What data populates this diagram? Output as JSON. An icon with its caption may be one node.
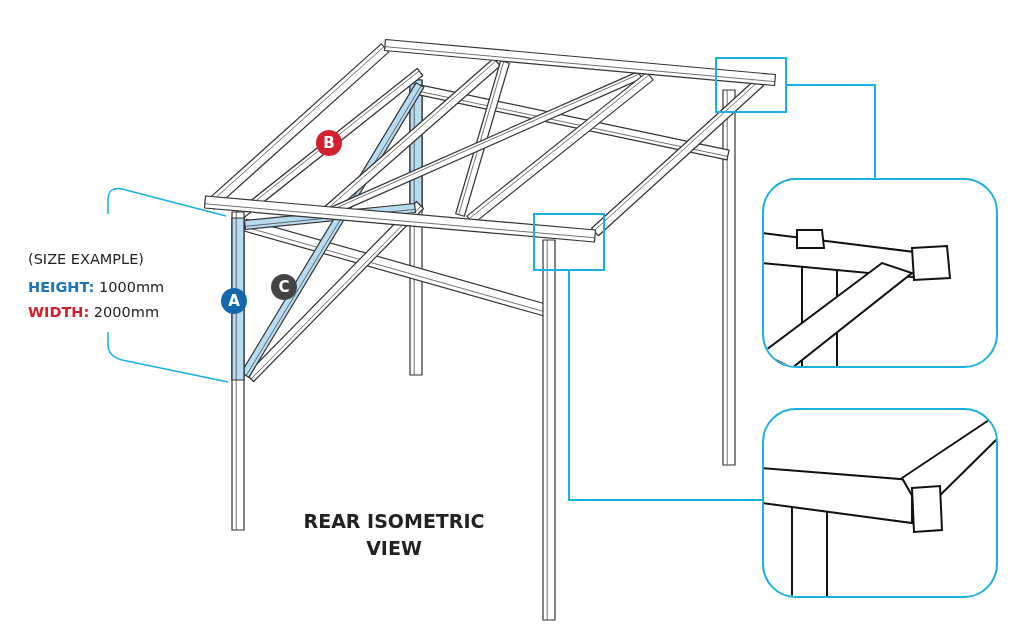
{
  "diagram": {
    "caption": "REAR ISOMETRIC VIEW",
    "nodes": [
      {
        "text": [],
        "shape": "box"
      },
      {
        "text": [],
        "shape": "picture"
      },
      {
        "text": [],
        "shape": "box"
      },
      {
        "text": [],
        "shape": "picture"
      }
    ],
    "edges": [
      {
        "from": 0,
        "to": 1,
        "arrow": "none"
      },
      {
        "from": 2,
        "to": 3,
        "arrow": "none"
      }
    ],
    "labels": [
      "B",
      "(SIZE EXAMPLE)",
      "**HEIGHT:** 1000mm",
      "**WIDTH:** 2000mm",
      "C",
      "A"
    ]
  }
}
